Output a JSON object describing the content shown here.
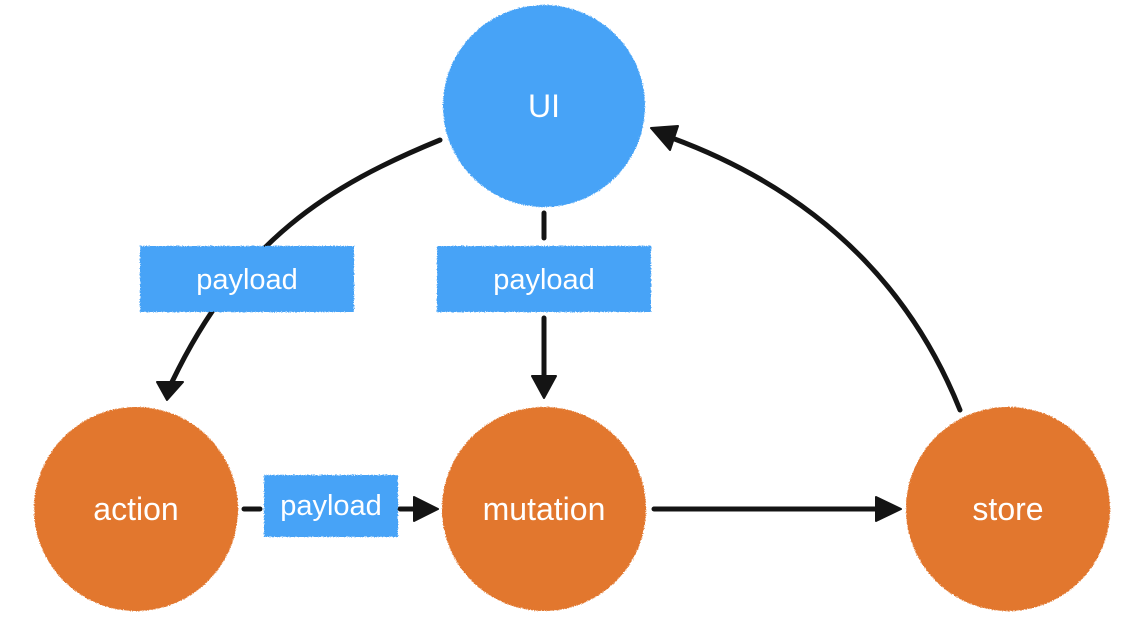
{
  "colors": {
    "view_node": "#46a3f7",
    "flow_node": "#e2772d",
    "tag": "#46a3f7",
    "edge": "#141414",
    "label_text": "#ffffff"
  },
  "nodes": {
    "ui": {
      "label": "UI"
    },
    "action": {
      "label": "action"
    },
    "mutation": {
      "label": "mutation"
    },
    "store": {
      "label": "store"
    }
  },
  "edges": [
    {
      "from": "UI",
      "to": "action",
      "label": "payload"
    },
    {
      "from": "UI",
      "to": "mutation",
      "label": "payload"
    },
    {
      "from": "action",
      "to": "mutation",
      "label": "payload"
    },
    {
      "from": "mutation",
      "to": "store",
      "label": ""
    },
    {
      "from": "store",
      "to": "UI",
      "label": ""
    }
  ]
}
